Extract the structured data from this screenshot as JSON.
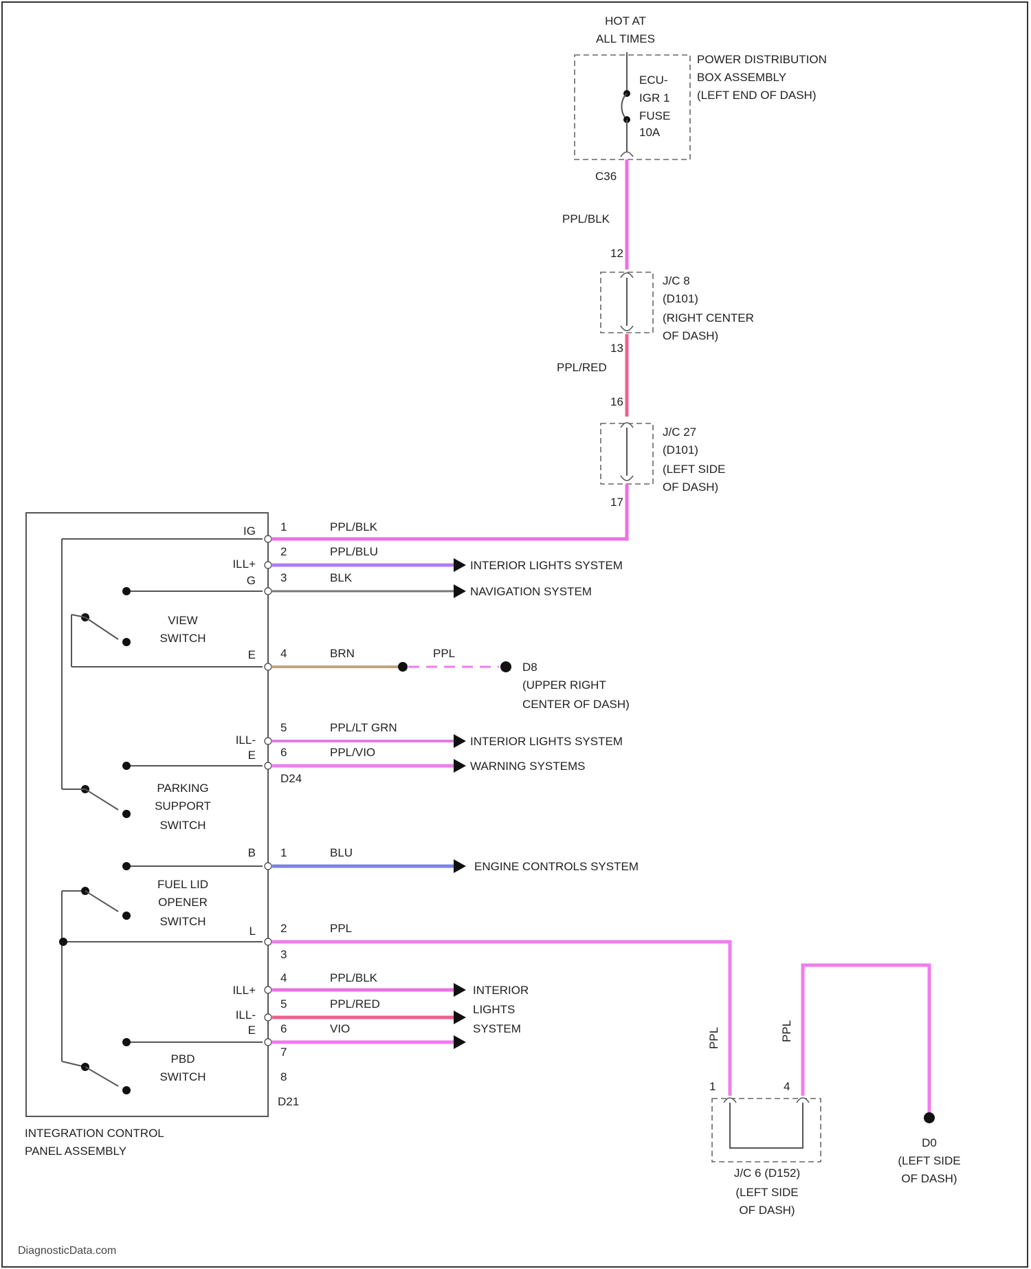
{
  "colors": {
    "ppl_blk": "#ee6fe6",
    "ppl_blu": "#b07cf0",
    "blk": "#777777",
    "brn": "#bca57c",
    "ppl_lt_grn": "#e07be3",
    "ppl_vio": "#f07ef0",
    "blu": "#7b80e8",
    "ppl": "#f07cf0",
    "ppl_red": "#f0608c",
    "vio": "#f079ef"
  },
  "power": {
    "hot_line1": "HOT AT",
    "hot_line2": "ALL TIMES",
    "fuse_line1": "ECU-",
    "fuse_line2": "IGR 1",
    "fuse_line3": "FUSE",
    "fuse_line4": "10A",
    "box_line1": "POWER DISTRIBUTION",
    "box_line2": "BOX ASSEMBLY",
    "box_line3": "(LEFT END OF DASH)",
    "connector": "C36",
    "wire1": "PPL/BLK"
  },
  "jc8": {
    "pin_top": "12",
    "line1": "J/C 8",
    "line2": "(D101)",
    "line3": "(RIGHT CENTER",
    "line4": "OF DASH)",
    "pin_bottom": "13",
    "wire": "PPL/RED"
  },
  "jc27": {
    "pin_top": "16",
    "line1": "J/C 27",
    "line2": "(D101)",
    "line3": "(LEFT SIDE",
    "line4": "OF DASH)",
    "pin_bottom": "17"
  },
  "panel": {
    "title_line1": "INTEGRATION CONTROL",
    "title_line2": "PANEL ASSEMBLY",
    "view_switch_1": "VIEW",
    "view_switch_2": "SWITCH",
    "parking_1": "PARKING",
    "parking_2": "SUPPORT",
    "parking_3": "SWITCH",
    "fuel_1": "FUEL LID",
    "fuel_2": "OPENER",
    "fuel_3": "SWITCH",
    "pbd_1": "PBD",
    "pbd_2": "SWITCH"
  },
  "pins": {
    "ig": "IG",
    "ill_plus_1": "ILL+",
    "gnd_1": "G",
    "e": "E",
    "ill_minus_1": "ILL-",
    "e2": "E",
    "b": "B",
    "l": "L",
    "ill_plus_2": "ILL+",
    "ill_minus_2": "ILL-",
    "e3": "E"
  },
  "connector_a": {
    "p1": "1",
    "w1": "PPL/BLK",
    "p2": "2",
    "w2": "PPL/BLU",
    "p3": "3",
    "w3": "BLK",
    "p4": "4",
    "w4": "BRN",
    "p5": "5",
    "w5": "PPL/LT GRN",
    "p6": "6",
    "w6": "PPL/VIO",
    "name": "D24"
  },
  "connector_b": {
    "p1": "1",
    "w1": "BLU"
  },
  "connector_c": {
    "p2": "2",
    "w2": "PPL",
    "p3": "3",
    "p4": "4",
    "w4": "PPL/BLK",
    "p5": "5",
    "w5": "PPL/RED",
    "p6": "6",
    "w6": "VIO",
    "p7": "7",
    "p8": "8",
    "name": "D21"
  },
  "destinations": {
    "interior_lights_1": "INTERIOR LIGHTS SYSTEM",
    "navigation": "NAVIGATION SYSTEM",
    "ground_ppl": "PPL",
    "d8": "D8",
    "d8_loc1": "(UPPER RIGHT",
    "d8_loc2": "CENTER OF DASH)",
    "interior_lights_2": "INTERIOR LIGHTS SYSTEM",
    "warning": "WARNING SYSTEMS",
    "engine": "ENGINE CONTROLS SYSTEM",
    "interior_1": "INTERIOR",
    "interior_2": "LIGHTS",
    "interior_3": "SYSTEM"
  },
  "jc6": {
    "wire_left": "PPL",
    "wire_right": "PPL",
    "pin_left": "1",
    "pin_right": "4",
    "line1": "J/C 6 (D152)",
    "line2": "(LEFT SIDE",
    "line3": "OF DASH)"
  },
  "ground_d0": {
    "label": "D0",
    "line1": "(LEFT SIDE",
    "line2": "OF DASH)"
  },
  "watermark": "DiagnosticData.com"
}
